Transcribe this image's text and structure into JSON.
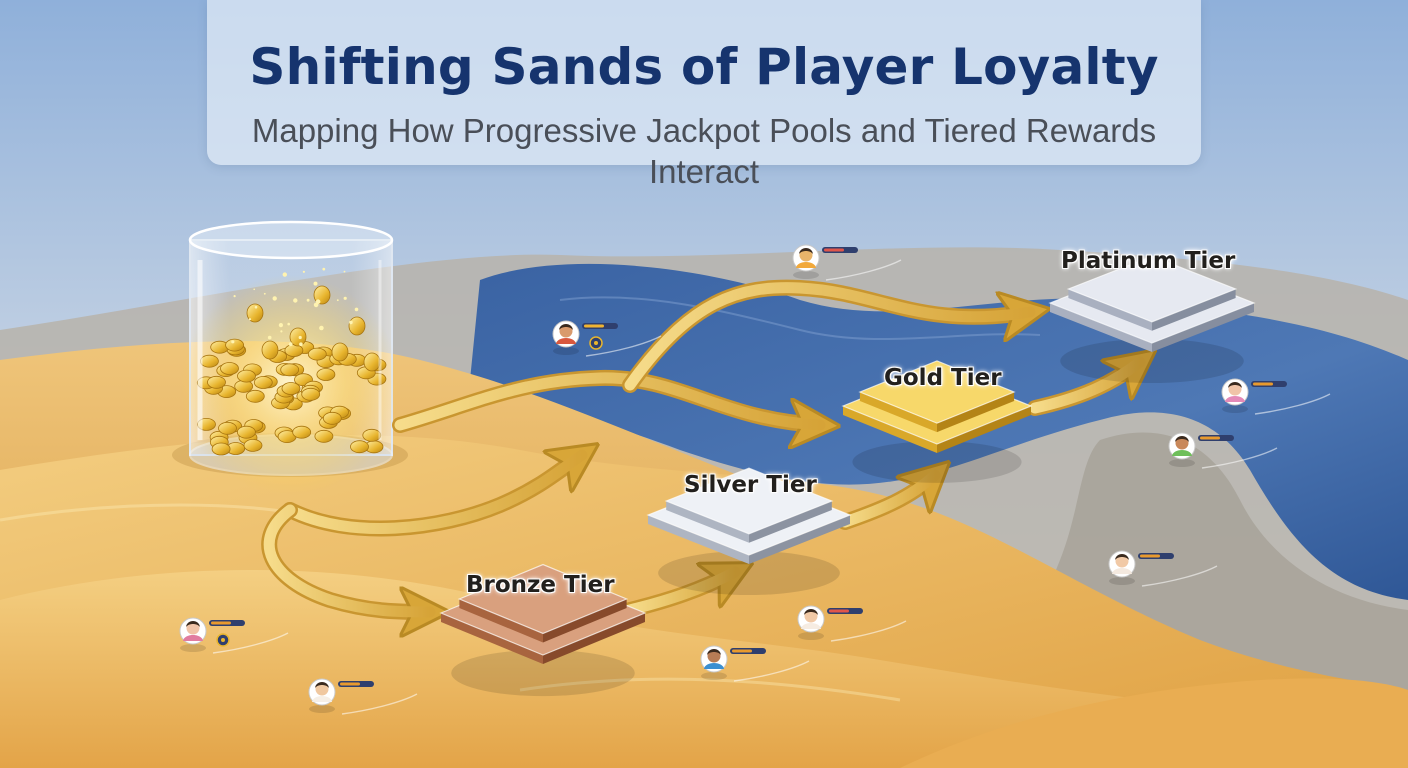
{
  "title": "Shifting Sands of Player Loyalty",
  "subtitle": "Mapping How Progressive Jackpot Pools and Tiered Rewards Interact",
  "tiers": [
    {
      "name": "Bronze Tier",
      "top": "#d9a07e",
      "side": "#a8643f",
      "edge": "#874a2b"
    },
    {
      "name": "Silver Tier",
      "top": "#eef1f6",
      "side": "#aeb5c2",
      "edge": "#8c93a1"
    },
    {
      "name": "Gold Tier",
      "top": "#f7d86a",
      "side": "#d9a829",
      "edge": "#b48416"
    },
    {
      "name": "Platinum Tier",
      "top": "#e6e9f1",
      "side": "#a9b0c0",
      "edge": "#868e9f"
    }
  ],
  "colors": {
    "sky_top": "#8fb0da",
    "sky_bottom": "#dde3e8",
    "sand_light": "#f2c978",
    "sand_dark": "#d99a3a",
    "water": "#3d68a8",
    "arrow_gold": "#e3b54a",
    "title": "#16346e",
    "subtitle": "#4a4f58"
  },
  "icons": [
    "jackpot-jar-icon",
    "gold-coin-icon",
    "player-avatar-icon",
    "progress-bar-icon",
    "badge-icon",
    "flow-arrow-icon"
  ]
}
